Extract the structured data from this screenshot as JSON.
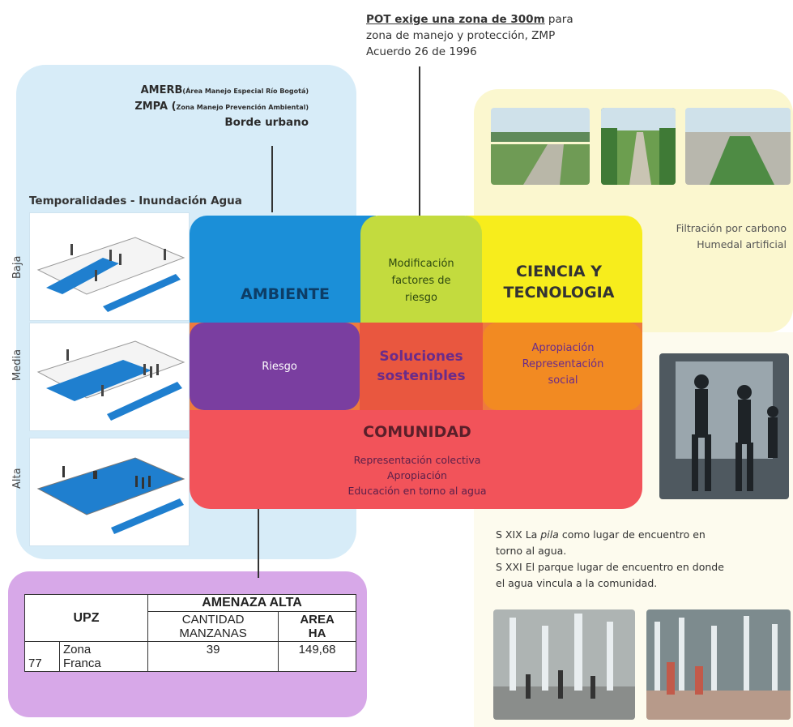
{
  "pot_note": {
    "line1": "POT exige una zona de 300m",
    "line1_rest": " para",
    "line2": "zona de manejo y protección, ZMP",
    "line3": "Acuerdo 26 de 1996"
  },
  "amerb": {
    "amerb_title": "AMERB",
    "amerb_sub": "(Área Manejo Especial Río Bogotá)",
    "zmpa_title": "ZMPA (",
    "zmpa_sub": "Zona Manejo Prevención Ambiental)",
    "borde": "Borde urbano"
  },
  "temporalidades": {
    "title": "Temporalidades - Inundación Agua",
    "levels": [
      "Baja",
      "Media",
      "Alta"
    ]
  },
  "venn": {
    "ambiente": "AMBIENTE",
    "modificacion": [
      "Modificación",
      "factores de",
      "riesgo"
    ],
    "ciencia": [
      "CIENCIA Y",
      "TECNOLOGIA"
    ],
    "riesgo": "Riesgo",
    "soluciones": [
      "Soluciones",
      "sostenibles"
    ],
    "apropiacion": [
      "Apropiación",
      "Representación",
      "social"
    ],
    "comunidad": "COMUNIDAD",
    "comunidad_items": [
      "Representación colectiva",
      "Apropiación",
      "Educación en torno al agua"
    ]
  },
  "filtracion": {
    "line1": "Filtración por carbono",
    "line2": "Humedal artificial"
  },
  "caption": {
    "l1a": "S XIX La ",
    "l1b": "pila",
    "l1c": " como lugar de encuentro en",
    "l2": "torno al agua.",
    "l3": "S XXI El parque lugar de encuentro en donde",
    "l4": "el agua vincula a la comunidad."
  },
  "table": {
    "upz_header": "UPZ",
    "amenaza": "AMENAZA ALTA",
    "cantidad": [
      "CANTIDAD",
      "MANZANAS"
    ],
    "area": [
      "AREA",
      "HA"
    ],
    "code": "77",
    "zona": [
      "Zona",
      "Franca"
    ],
    "manzanas": "39",
    "area_ha": "149,68"
  },
  "colors": {
    "ambiente": "#1b8fd8",
    "modificacion": "#c3db3e",
    "ciencia": "#f7ed1c",
    "riesgo": "#7a3ea0",
    "soluciones": "#e9573f",
    "apropiacion": "#f28a22",
    "comunidad": "#f2535a"
  }
}
